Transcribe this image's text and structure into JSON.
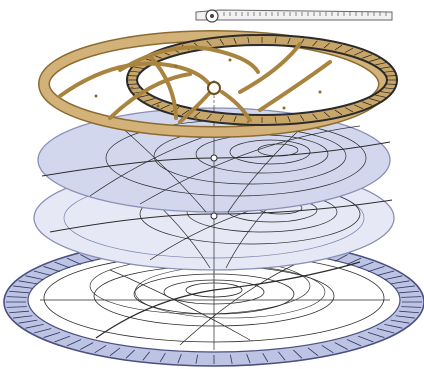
{
  "image": {
    "alt": "",
    "colors": {
      "background": "#ffffff",
      "brass": "#c8a66a",
      "brass_dark": "#8c6a30",
      "plate_fill": "#d8dcef",
      "plate_fill_light": "#e4e7f5",
      "plate_edge": "#8e93b8",
      "line": "#2a2a2a",
      "mater_fill": "#b9c0e0",
      "mater_edge": "#5a6090"
    },
    "layers": [
      {
        "name": "rule"
      },
      {
        "name": "rete"
      },
      {
        "name": "plate-upper"
      },
      {
        "name": "plate-lower"
      },
      {
        "name": "mater"
      }
    ]
  }
}
